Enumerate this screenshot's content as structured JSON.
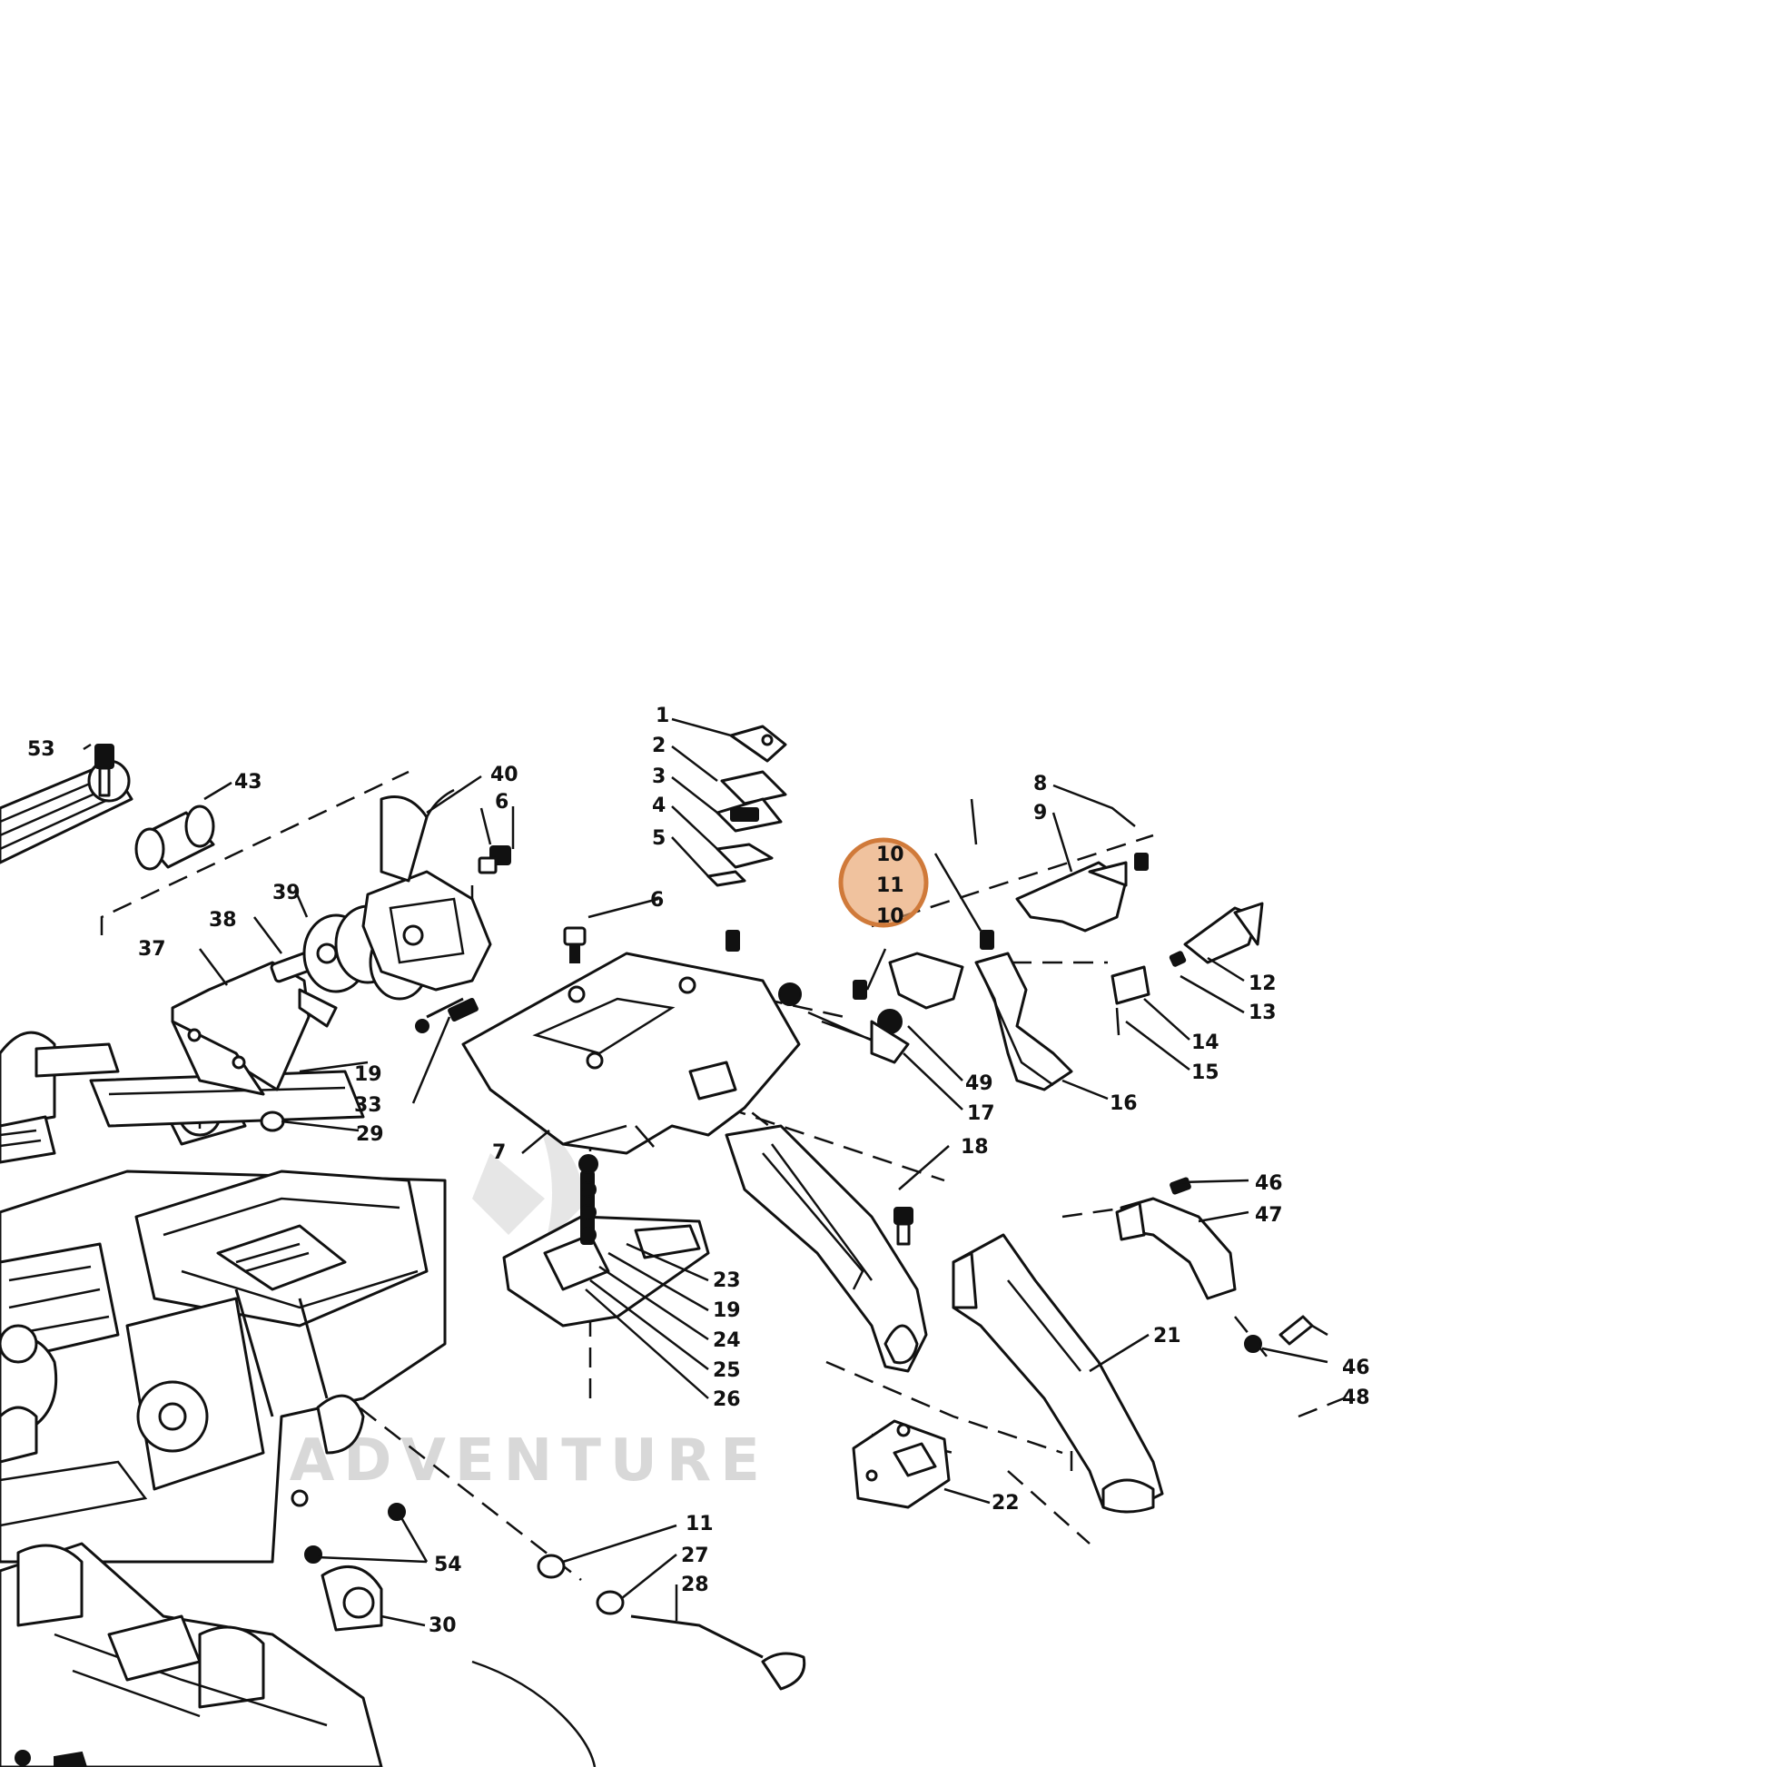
{
  "watermark": "EADVENTURE",
  "highlight_color": "#e8a26a",
  "callouts": {
    "c1": "1",
    "c2": "2",
    "c3": "3",
    "c4": "4",
    "c5": "5",
    "c6a": "6",
    "c6b": "6",
    "c7": "7",
    "c8": "8",
    "c9": "9",
    "c10a": "10",
    "c11a": "11",
    "c10b": "10",
    "c12": "12",
    "c13": "13",
    "c14": "14",
    "c15": "15",
    "c16": "16",
    "c17": "17",
    "c18": "18",
    "c19a": "19",
    "c19b": "19",
    "c21": "21",
    "c22": "22",
    "c23": "23",
    "c24": "24",
    "c25": "25",
    "c26": "26",
    "c27": "27",
    "c28": "28",
    "c29": "29",
    "c30": "30",
    "c33": "33",
    "c37": "37",
    "c38": "38",
    "c39": "39",
    "c40": "40",
    "c11b": "11",
    "c43": "43",
    "c46a": "46",
    "c46b": "46",
    "c47": "47",
    "c48": "48",
    "c49": "49",
    "c53": "53",
    "c54": "54"
  }
}
